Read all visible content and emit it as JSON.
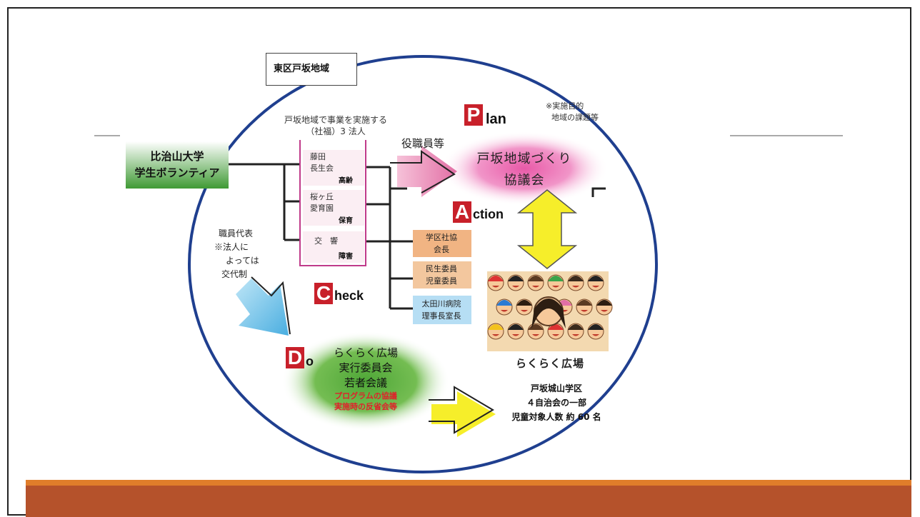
{
  "region_label": "東区戸坂地域",
  "student_box": {
    "line1": "比治山大学",
    "line2": "学生ボランティア"
  },
  "corp_header": {
    "line1": "戸坂地域で事業を実施する",
    "line2": "（社福）3 法人"
  },
  "orgs": [
    {
      "name1": "藤田",
      "name2": "長生会",
      "tag": "高齢"
    },
    {
      "name1": "桜ヶ丘",
      "name2": "愛育園",
      "tag": "保育"
    },
    {
      "name1": "交　響",
      "name2": "",
      "tag": "障害"
    }
  ],
  "staff_label": "役職員等",
  "plan": {
    "letter": "P",
    "word": "lan",
    "note1": "※実施目的",
    "note2": "地域の課題等"
  },
  "council": {
    "line1": "戸坂地域づくり",
    "line2": "協議会"
  },
  "action": {
    "letter": "A",
    "word": "ction"
  },
  "check": {
    "letter": "C",
    "word": "heck"
  },
  "do": {
    "letter": "D",
    "word": "o"
  },
  "side_boxes": [
    {
      "line1": "学区社協",
      "line2": "会長",
      "color": "#f0b27a"
    },
    {
      "line1": "民生委員",
      "line2": "児童委員",
      "color": "#f0b27a"
    },
    {
      "line1": "太田川病院",
      "line2": "理事長室長",
      "color": "#a9d8f2"
    }
  ],
  "rep_note": [
    "職員代表",
    "※法人に",
    "よっては",
    "交代制"
  ],
  "committee": {
    "line1": "らくらく広場",
    "line2": "実行委員会",
    "line3": "若者会議",
    "red1": "プログラムの協議",
    "red2": "実施時の反省会等"
  },
  "illustration_caption": "らくらく広場",
  "district": {
    "line1": "戸坂城山学区",
    "line2": "４自治会の一部",
    "line3": "児童対象人数 約 60 名"
  },
  "colors": {
    "footer": "#b5522b",
    "footer_accent": "#e07d2a",
    "ellipse": "#1f3f8f",
    "letter_red": "#c8202a"
  }
}
